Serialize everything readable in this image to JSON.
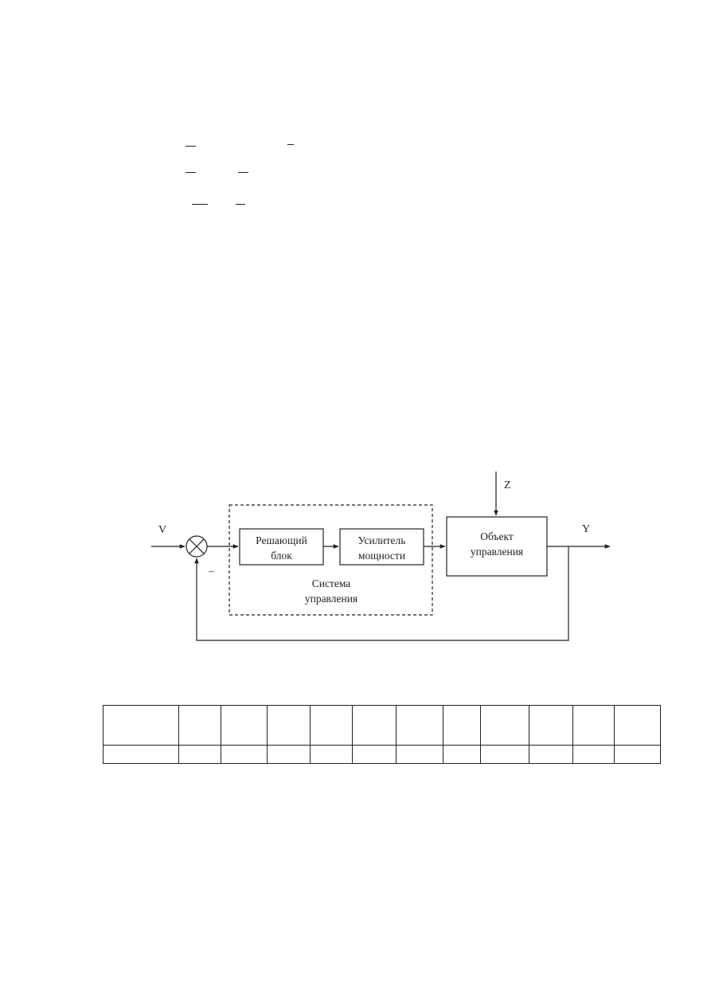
{
  "diagram": {
    "input_label": "V",
    "feedback_sign": "–",
    "disturbance_label": "Z",
    "output_label": "Y",
    "decision_block": {
      "line1": "Решающий",
      "line2": "блок"
    },
    "amplifier_block": {
      "line1": "Усилитель",
      "line2": "мощности"
    },
    "control_system": {
      "line1": "Система",
      "line2": "управления"
    },
    "plant_block": {
      "line1": "Объект",
      "line2": "управления"
    }
  },
  "table": {
    "rows": 2,
    "columns": 12
  }
}
